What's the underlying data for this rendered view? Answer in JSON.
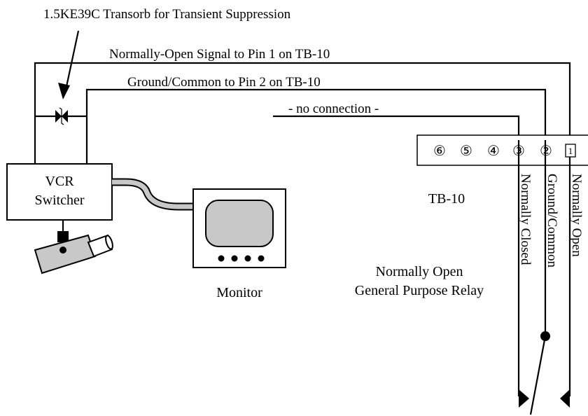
{
  "labels": {
    "transorb": "1.5KE39C Transorb for Transient Suppression",
    "wire_no": "Normally-Open Signal to Pin 1 on TB-10",
    "wire_gnd": "Ground/Common to Pin 2 on TB-10",
    "no_connection": "- no connection -",
    "vcr_line1": "VCR",
    "vcr_line2": "Switcher",
    "monitor": "Monitor",
    "tb_name": "TB-10",
    "relay_line1": "Normally Open",
    "relay_line2": "General Purpose Relay",
    "contact_nc": "Normally Closed",
    "contact_common": "Ground/Common",
    "contact_no": "Normally Open"
  },
  "terminal_block": {
    "pins": [
      "⑥",
      "⑤",
      "④",
      "③",
      "②",
      "1"
    ]
  }
}
